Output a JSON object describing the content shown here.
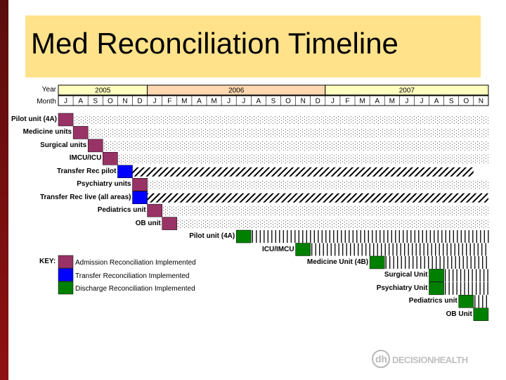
{
  "title": "Med Reconciliation Timeline",
  "header": {
    "year_label": "Year",
    "month_label": "Month",
    "years": [
      {
        "label": "2005",
        "start": 0,
        "span": 6,
        "color": "#ffffc0"
      },
      {
        "label": "2006",
        "start": 6,
        "span": 12,
        "color": "#ffd7b0"
      },
      {
        "label": "2007",
        "start": 18,
        "span": 11,
        "color": "#ffffc0"
      }
    ],
    "months": [
      "J",
      "A",
      "S",
      "O",
      "N",
      "D",
      "J",
      "F",
      "M",
      "A",
      "M",
      "J",
      "J",
      "A",
      "S",
      "O",
      "N",
      "D",
      "J",
      "F",
      "M",
      "A",
      "M",
      "J",
      "J",
      "A",
      "S",
      "O",
      "N"
    ]
  },
  "rows": [
    {
      "label": "Pilot unit (4A)",
      "type": "admission",
      "month": 0,
      "trail": "dots"
    },
    {
      "label": "Medicine units",
      "type": "admission",
      "month": 1,
      "trail": "dots"
    },
    {
      "label": "Surgical units",
      "type": "admission",
      "month": 2,
      "trail": "dots"
    },
    {
      "label": "IMCU/ICU",
      "type": "admission",
      "month": 3,
      "trail": "dots"
    },
    {
      "label": "Transfer Rec pilot",
      "type": "transfer",
      "month": 4,
      "trail": "hatch",
      "trail_end": 28
    },
    {
      "label": "Psychiatry units",
      "type": "admission",
      "month": 5,
      "trail": "dots"
    },
    {
      "label": "Transfer Rec live (all areas)",
      "type": "transfer",
      "month": 5,
      "trail": "hatch",
      "trail_end": 29
    },
    {
      "label": "Pediatrics unit",
      "type": "admission",
      "month": 6,
      "trail": "dots"
    },
    {
      "label": "OB unit",
      "type": "admission",
      "month": 7,
      "trail": "dots"
    },
    {
      "label": "Pilot unit (4A)",
      "type": "discharge",
      "month": 12,
      "trail": "vlines"
    },
    {
      "label": "ICU/IMCU",
      "type": "discharge",
      "month": 16,
      "trail": "vlines"
    },
    {
      "label": "Medicine Unit (4B)",
      "type": "discharge",
      "month": 21,
      "trail": "vlines"
    },
    {
      "label": "Surgical Unit",
      "type": "discharge",
      "month": 25,
      "trail": "vlines"
    },
    {
      "label": "Psychiatry Unit",
      "type": "discharge",
      "month": 25,
      "trail": "vlines"
    },
    {
      "label": "Pediatrics unit",
      "type": "discharge",
      "month": 27,
      "trail": "vlines"
    },
    {
      "label": "OB Unit",
      "type": "discharge",
      "month": 28,
      "trail": "none"
    }
  ],
  "key": {
    "title": "KEY:",
    "items": [
      {
        "type": "admission",
        "label": "Admission Reconciliation Implemented"
      },
      {
        "type": "transfer",
        "label": "Transfer Reconciliation Implemented"
      },
      {
        "type": "discharge",
        "label": "Discharge Reconciliation Implemented"
      }
    ]
  },
  "colors": {
    "admission": "#993366",
    "transfer": "#0000ff",
    "discharge": "#008000",
    "title_bg": "#ffe28a",
    "side_bar": "#7a0f0f"
  },
  "logo_text": "DECISIONHEALTH"
}
